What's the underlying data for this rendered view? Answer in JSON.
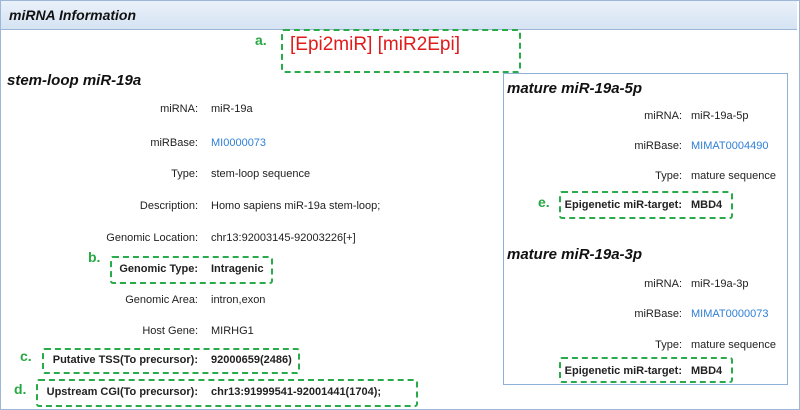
{
  "header": {
    "title": "miRNA Information"
  },
  "annotations": {
    "a": "a.",
    "b": "b.",
    "c": "c.",
    "d": "d.",
    "e": "e."
  },
  "links": {
    "epi2mir": "[Epi2miR]",
    "mir2epi": "[miR2Epi]"
  },
  "stemloop": {
    "title": "stem-loop miR-19a",
    "mirna_label": "miRNA:",
    "mirna_value": "miR-19a",
    "mirbase_label": "miRBase:",
    "mirbase_value": "MI0000073",
    "type_label": "Type:",
    "type_value": "stem-loop sequence",
    "desc_label": "Description:",
    "desc_value": "Homo sapiens miR-19a stem-loop;",
    "loc_label": "Genomic Location:",
    "loc_value": "chr13:92003145-92003226[+]",
    "gtype_label": "Genomic Type:",
    "gtype_value": "Intragenic",
    "garea_label": "Genomic Area:",
    "garea_value": "intron,exon",
    "host_label": "Host Gene:",
    "host_value": "MIRHG1",
    "tss_label": "Putative TSS(To precursor):",
    "tss_value": "92000659(2486)",
    "cgi_label": "Upstream CGI(To precursor):",
    "cgi_value": "chr13:91999541-92001441(1704);"
  },
  "mature5p": {
    "title": "mature miR-19a-5p",
    "mirna_label": "miRNA:",
    "mirna_value": "miR-19a-5p",
    "mirbase_label": "miRBase:",
    "mirbase_value": "MIMAT0004490",
    "type_label": "Type:",
    "type_value": "mature sequence",
    "target_label": "Epigenetic miR-target:",
    "target_value": "MBD4"
  },
  "mature3p": {
    "title": "mature miR-19a-3p",
    "mirna_label": "miRNA:",
    "mirna_value": "miR-19a-3p",
    "mirbase_label": "miRBase:",
    "mirbase_value": "MIMAT0000073",
    "type_label": "Type:",
    "type_value": "mature sequence",
    "target_label": "Epigenetic miR-target:",
    "target_value": "MBD4"
  }
}
